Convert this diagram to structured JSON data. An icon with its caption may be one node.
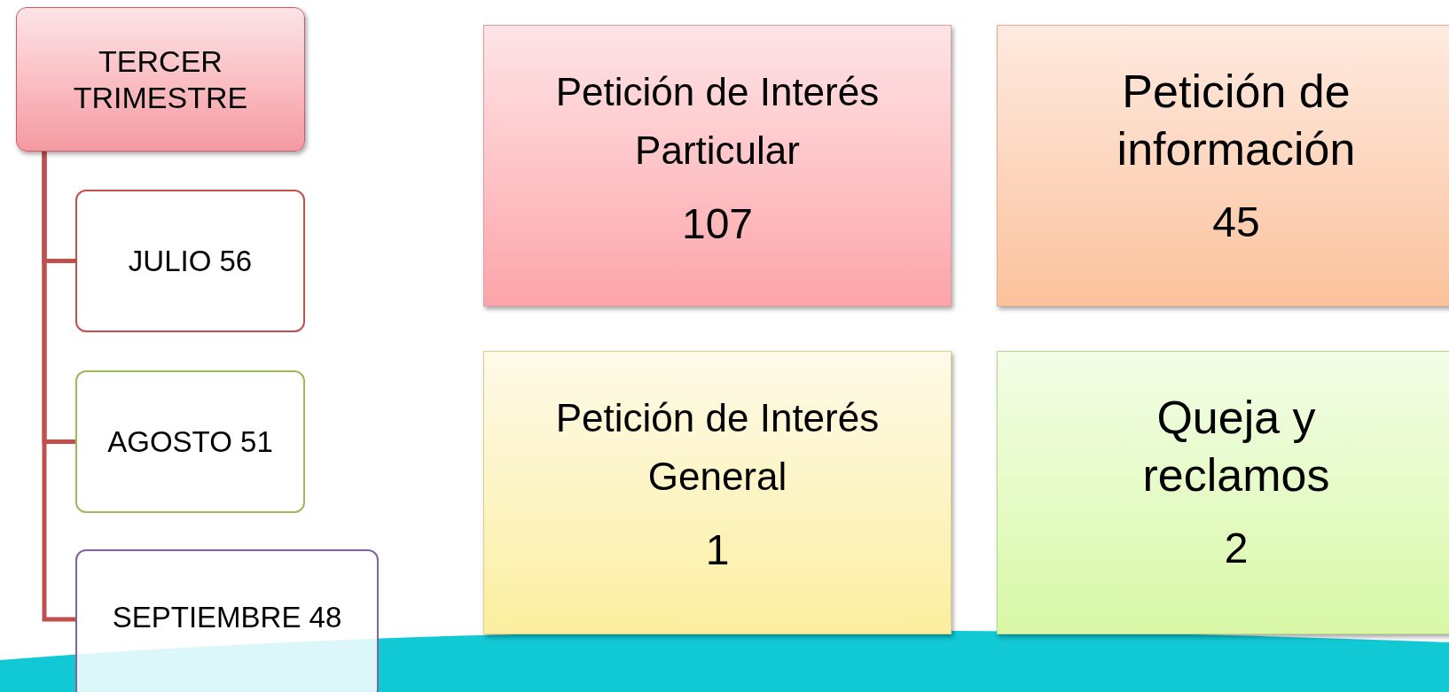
{
  "diagram": {
    "nodes": [
      {
        "text": [
          "TERCER TRIMESTRE"
        ]
      },
      {
        "text": [
          "JULIO 56"
        ]
      },
      {
        "text": [
          "AGOSTO 51"
        ]
      },
      {
        "text": [
          "SEPTIEMBRE 48"
        ]
      },
      {
        "text": [
          "Petición de Interés Particular",
          "107"
        ]
      },
      {
        "text": [
          "Petición de información",
          "45"
        ]
      },
      {
        "text": [
          "Petición de Interés General",
          "1"
        ]
      },
      {
        "text": [
          "Queja y reclamos",
          "2"
        ]
      }
    ],
    "edges": [
      {
        "from": 0,
        "to": 1,
        "arrow": "none"
      },
      {
        "from": 0,
        "to": 2,
        "arrow": "none"
      },
      {
        "from": 0,
        "to": 3,
        "arrow": "none"
      }
    ]
  }
}
